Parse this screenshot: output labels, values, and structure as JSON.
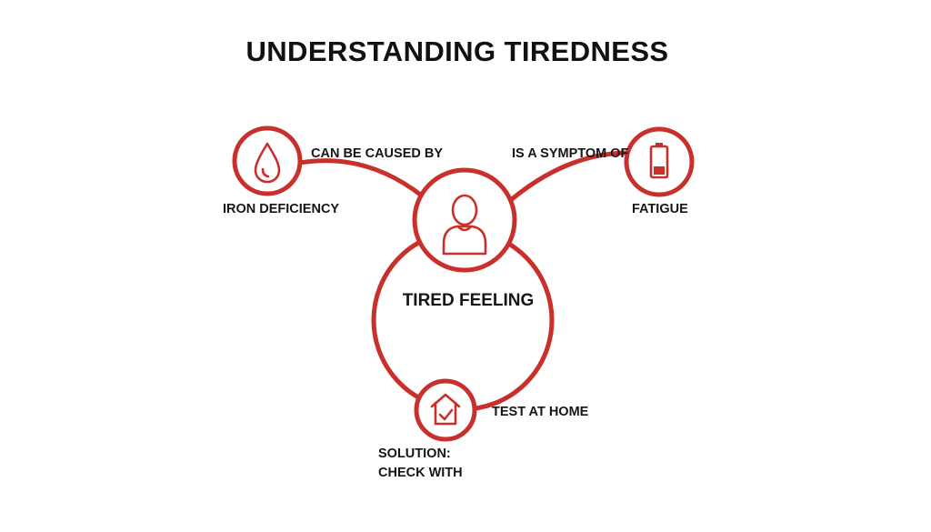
{
  "title": "UNDERSTANDING TIREDNESS",
  "colors": {
    "accent": "#c9302c",
    "text": "#161616",
    "background": "#ffffff"
  },
  "center": {
    "label": "TIRED FEELING",
    "icon": "person-icon"
  },
  "nodes": [
    {
      "id": "iron",
      "label": "IRON DEFICIENCY",
      "icon": "drop-icon"
    },
    {
      "id": "fatigue",
      "label": "FATIGUE",
      "icon": "battery-low-icon"
    },
    {
      "id": "home",
      "label_lines": [
        "SOLUTION:",
        "CHECK WITH"
      ],
      "icon": "home-check-icon"
    }
  ],
  "relations": [
    {
      "from": "center",
      "to": "iron",
      "label": "CAN BE CAUSED BY"
    },
    {
      "from": "center",
      "to": "fatigue",
      "label": "IS A SYMPTOM OF"
    },
    {
      "from": "center",
      "to": "home",
      "label": "TEST AT HOME"
    }
  ]
}
